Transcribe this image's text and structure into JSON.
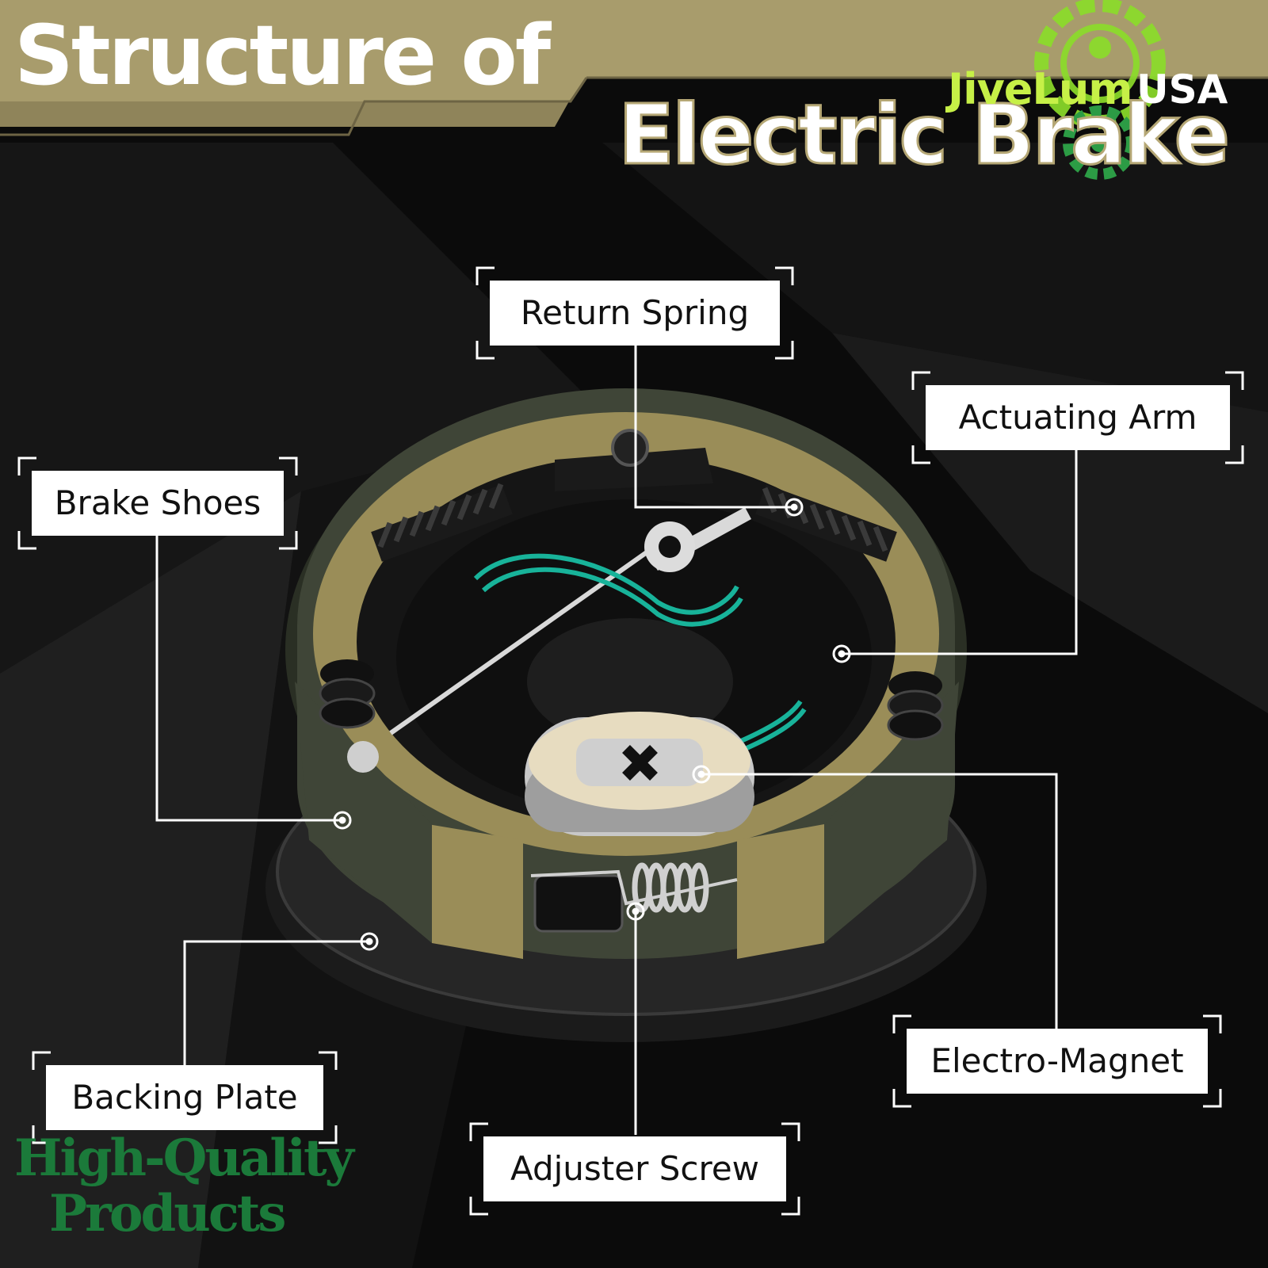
{
  "title": {
    "line1": "Structure of",
    "line2": "Electric Brake"
  },
  "brand": {
    "name": "JiveLum",
    "region": "USA"
  },
  "tagline": {
    "line1": "High-Quality",
    "line2": "Products"
  },
  "callouts": {
    "return_spring": "Return Spring",
    "actuating_arm": "Actuating Arm",
    "brake_shoes": "Brake Shoes",
    "electro_magnet": "Electro-Magnet",
    "backing_plate": "Backing Plate",
    "adjuster_screw": "Adjuster Screw"
  },
  "colors": {
    "banner_gold": "#a89c6c",
    "background": "#0b0b0b",
    "shoe_lining": "#3f4537",
    "shoe_web": "#9a8d58",
    "wire_green": "#18b39a",
    "brand_green": "#8bdc2a"
  }
}
